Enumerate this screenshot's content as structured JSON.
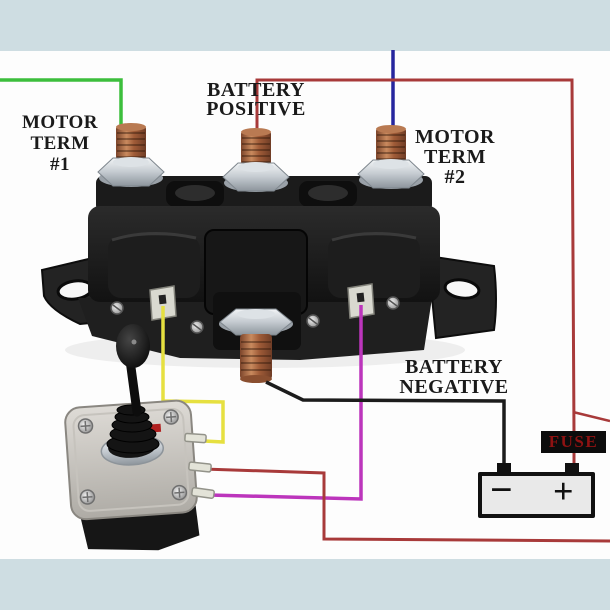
{
  "diagram": {
    "labels": {
      "motor_term_1": [
        "MOTOR",
        "TERM",
        "#1"
      ],
      "battery_positive": [
        "BATTERY",
        "POSITIVE"
      ],
      "motor_term_2": [
        "MOTOR",
        "TERM",
        "#2"
      ],
      "battery_negative": [
        "BATTERY",
        "NEGATIVE"
      ],
      "fuse": "FUSE",
      "battery_minus": "−",
      "battery_plus": "+"
    },
    "colors": {
      "wire_green": "#3cbe3c",
      "wire_red": "#a83a3a",
      "wire_blue": "#26269e",
      "wire_yellow": "#e6e040",
      "wire_magenta": "#bc35bc",
      "wire_black": "#1c1c1c",
      "fuse_text": "#8f1212",
      "fuse_background": "#0c0c0c",
      "band": "#cedde2"
    }
  }
}
